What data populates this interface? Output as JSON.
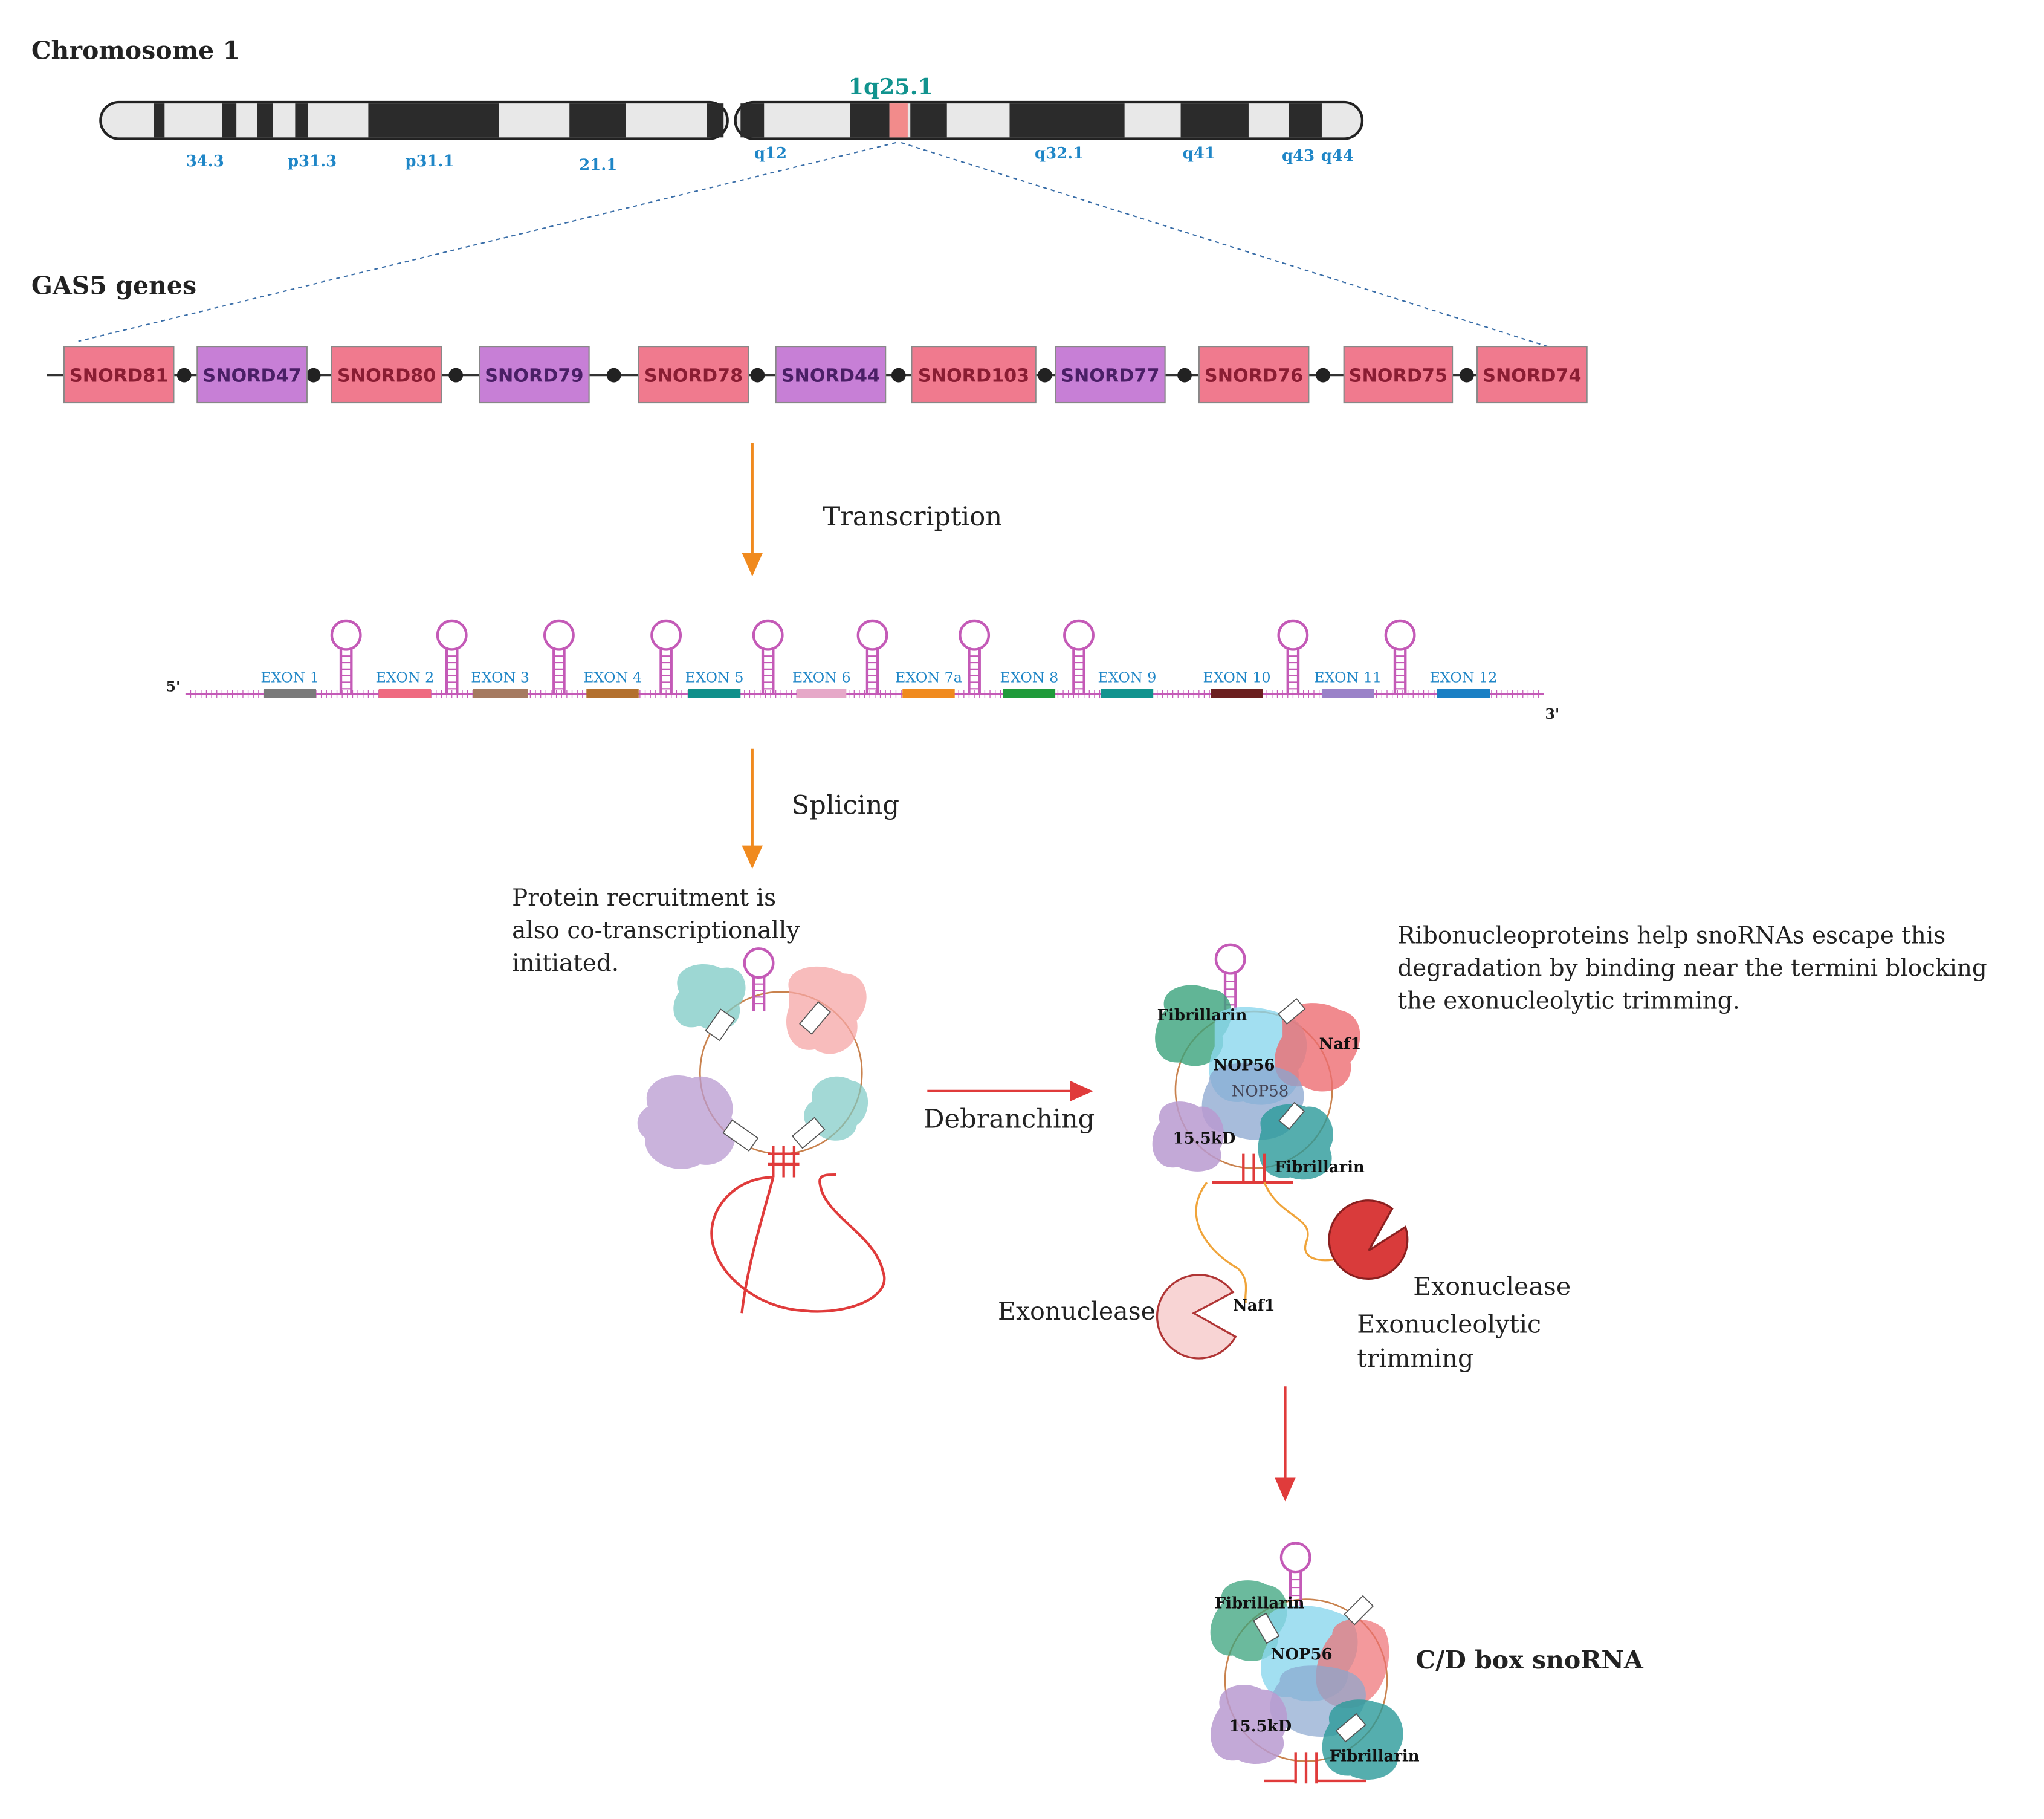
{
  "chromosome": {
    "title": "Chromosome 1",
    "locus": "1q25.1",
    "band_labels": [
      "34.3",
      "p31.3",
      "p31.1",
      "21.1",
      "q12",
      "q32.1",
      "q41",
      "q43",
      "q44"
    ]
  },
  "gas5": {
    "title": "GAS5 genes",
    "genes": [
      {
        "label": "SNORD81",
        "kind": "pink"
      },
      {
        "label": "SNORD47",
        "kind": "purple"
      },
      {
        "label": "SNORD80",
        "kind": "pink"
      },
      {
        "label": "SNORD79",
        "kind": "purple"
      },
      {
        "label": "SNORD78",
        "kind": "pink"
      },
      {
        "label": "SNORD44",
        "kind": "purple"
      },
      {
        "label": "SNORD103",
        "kind": "pink"
      },
      {
        "label": "SNORD77",
        "kind": "purple"
      },
      {
        "label": "SNORD76",
        "kind": "pink"
      },
      {
        "label": "SNORD75",
        "kind": "pink"
      },
      {
        "label": "SNORD74",
        "kind": "pink"
      }
    ]
  },
  "steps": {
    "transcription": "Transcription",
    "splicing": "Splicing",
    "debranching": "Debranching"
  },
  "transcript": {
    "five_prime": "5'",
    "three_prime": "3'",
    "exons": [
      {
        "label": "EXON 1",
        "color": "#7a7a7a"
      },
      {
        "label": "EXON 2",
        "color": "#ef6a80"
      },
      {
        "label": "EXON 3",
        "color": "#a57a60"
      },
      {
        "label": "EXON 4",
        "color": "#b3702e"
      },
      {
        "label": "EXON 5",
        "color": "#0f8f8a"
      },
      {
        "label": "EXON 6",
        "color": "#e6a8c8"
      },
      {
        "label": "EXON 7a",
        "color": "#f08a1e"
      },
      {
        "label": "EXON 8",
        "color": "#1f9a3a"
      },
      {
        "label": "EXON 9",
        "color": "#11938e"
      },
      {
        "label": "EXON 10",
        "color": "#6b1f1f"
      },
      {
        "label": "EXON 11",
        "color": "#9a82c8"
      },
      {
        "label": "EXON 12",
        "color": "#1a7fc4"
      }
    ]
  },
  "notes": {
    "recruitment": [
      "Protein recruitment is",
      "also co-transcriptionally",
      "initiated."
    ],
    "rnp_help": [
      "Ribonucleoproteins help snoRNAs escape this",
      "degradation by binding near the termini blocking",
      "the exonucleolytic trimming."
    ]
  },
  "proteins": {
    "fibrillarin": "Fibrillarin",
    "nop56": "NOP56",
    "nop58": "NOP58",
    "naf1": "Naf1",
    "p15": "15.5kD"
  },
  "exonuclease": {
    "label": "Exonuclease",
    "trimming": [
      "Exonucleolytic",
      "trimming"
    ]
  },
  "final": {
    "label": "C/D box snoRNA"
  },
  "colors": {
    "band_label": "#1f86c7",
    "locus": "#11938e",
    "gene_pink": "#f07a8e",
    "gene_purple": "#c77fd6",
    "arrow_orange": "#f08a1e",
    "arrow_red": "#e03b3b",
    "rna_pink": "#c45ab7"
  }
}
